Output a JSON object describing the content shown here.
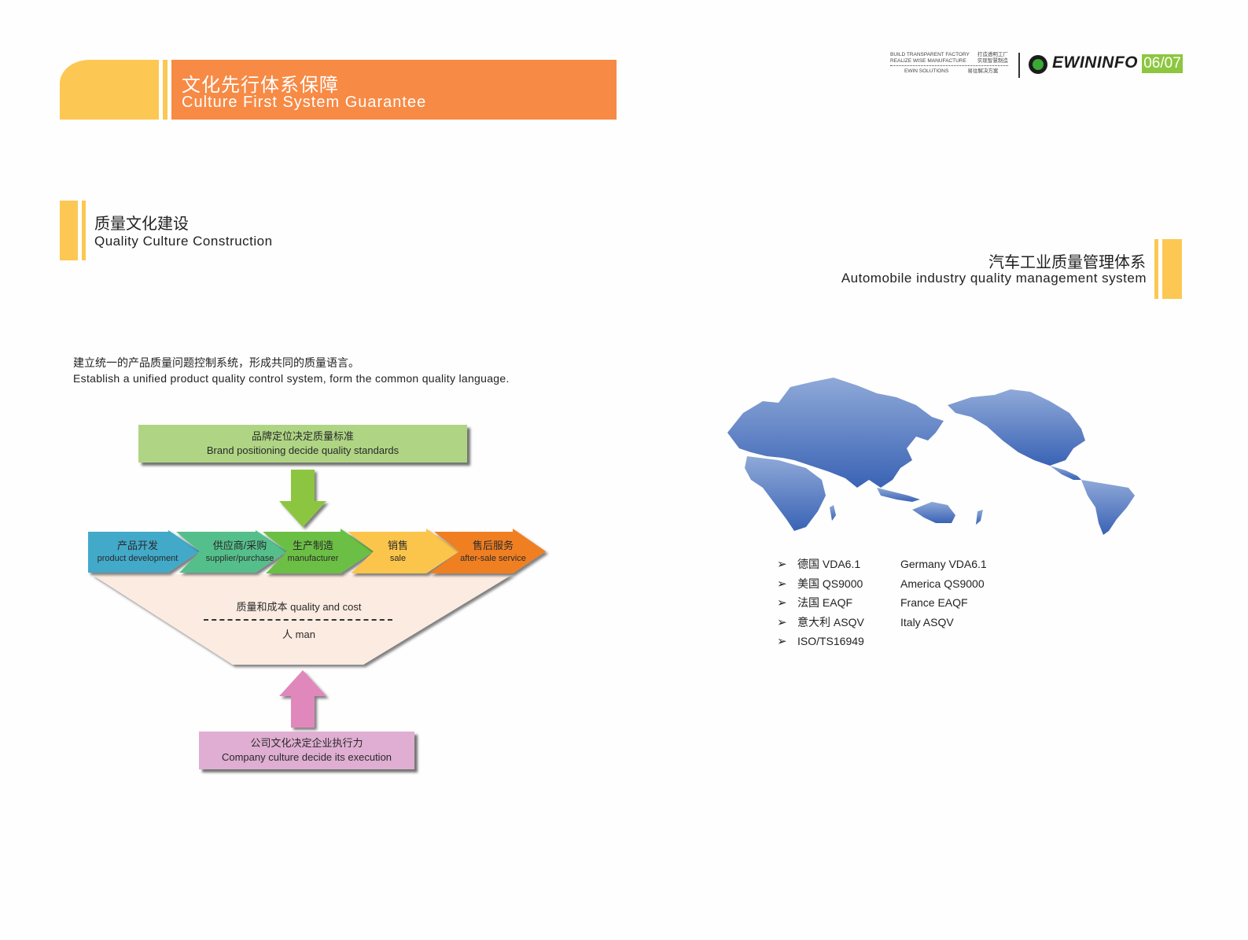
{
  "banner": {
    "title_cn": "文化先行体系保障",
    "title_en": "Culture First System Guarantee",
    "colors": {
      "yellow": "#fcc853",
      "orange": "#f78a45"
    }
  },
  "brand": {
    "slogan_en_1": "BUILD TRANSPARENT FACTORY",
    "slogan_en_2": "REALIZE WISE MANUFACTURE",
    "slogan_en_3": "EWIN SOLUTIONS",
    "slogan_cn_1": "打造透明工厂",
    "slogan_cn_2": "实现智慧制造",
    "slogan_cn_3": "易往解决方案",
    "name": "EWININFO",
    "logo_icon": "swirl-logo-icon",
    "page_number": "06/07",
    "page_badge_color": "#8dc63f"
  },
  "section_left": {
    "title_cn": "质量文化建设",
    "title_en": "Quality Culture Construction",
    "intro_cn": "建立统一的产品质量问题控制系统，形成共同的质量语言。",
    "intro_en": "Establish a unified product quality control system, form the common quality  language."
  },
  "diagram": {
    "top_box": {
      "cn": "品牌定位决定质量标准",
      "en": "Brand positioning decide quality standards",
      "color": "#afd584"
    },
    "top_arrow_color": "#8cc63f",
    "chain": [
      {
        "cn": "产品开发",
        "en": "product development",
        "color": "#42a9c9"
      },
      {
        "cn": "供应商/采购",
        "en": "supplier/purchase",
        "color": "#55bf8c"
      },
      {
        "cn": "生产制造",
        "en": "manufacturer",
        "color": "#6cbf44"
      },
      {
        "cn": "销售",
        "en": "sale",
        "color": "#fbc54c"
      },
      {
        "cn": "售后服务",
        "en": "after-sale service",
        "color": "#f07f22"
      }
    ],
    "funnel": {
      "line1": "质量和成本  quality and cost",
      "divider": "— — — — — — — — — — — — — — —",
      "line2": "人  man",
      "color": "#fbebe1"
    },
    "bottom_arrow_color": "#e088bb",
    "bottom_box": {
      "cn": "公司文化决定企业执行力",
      "en": "Company culture decide its execution",
      "color": "#dfaed2"
    }
  },
  "section_right": {
    "title_cn": "汽车工业质量管理体系",
    "title_en": "Automobile industry quality management system",
    "map_icon": "world-map-icon",
    "map_color": "#4f78c0",
    "certifications": [
      {
        "cn": "德国 VDA6.1",
        "en": "Germany VDA6.1"
      },
      {
        "cn": "美国 QS9000",
        "en": "America QS9000"
      },
      {
        "cn": "法国 EAQF",
        "en": "France EAQF"
      },
      {
        "cn": "意大利 ASQV",
        "en": "Italy ASQV"
      },
      {
        "cn": "ISO/TS16949",
        "en": ""
      }
    ],
    "bullet": "➢"
  }
}
